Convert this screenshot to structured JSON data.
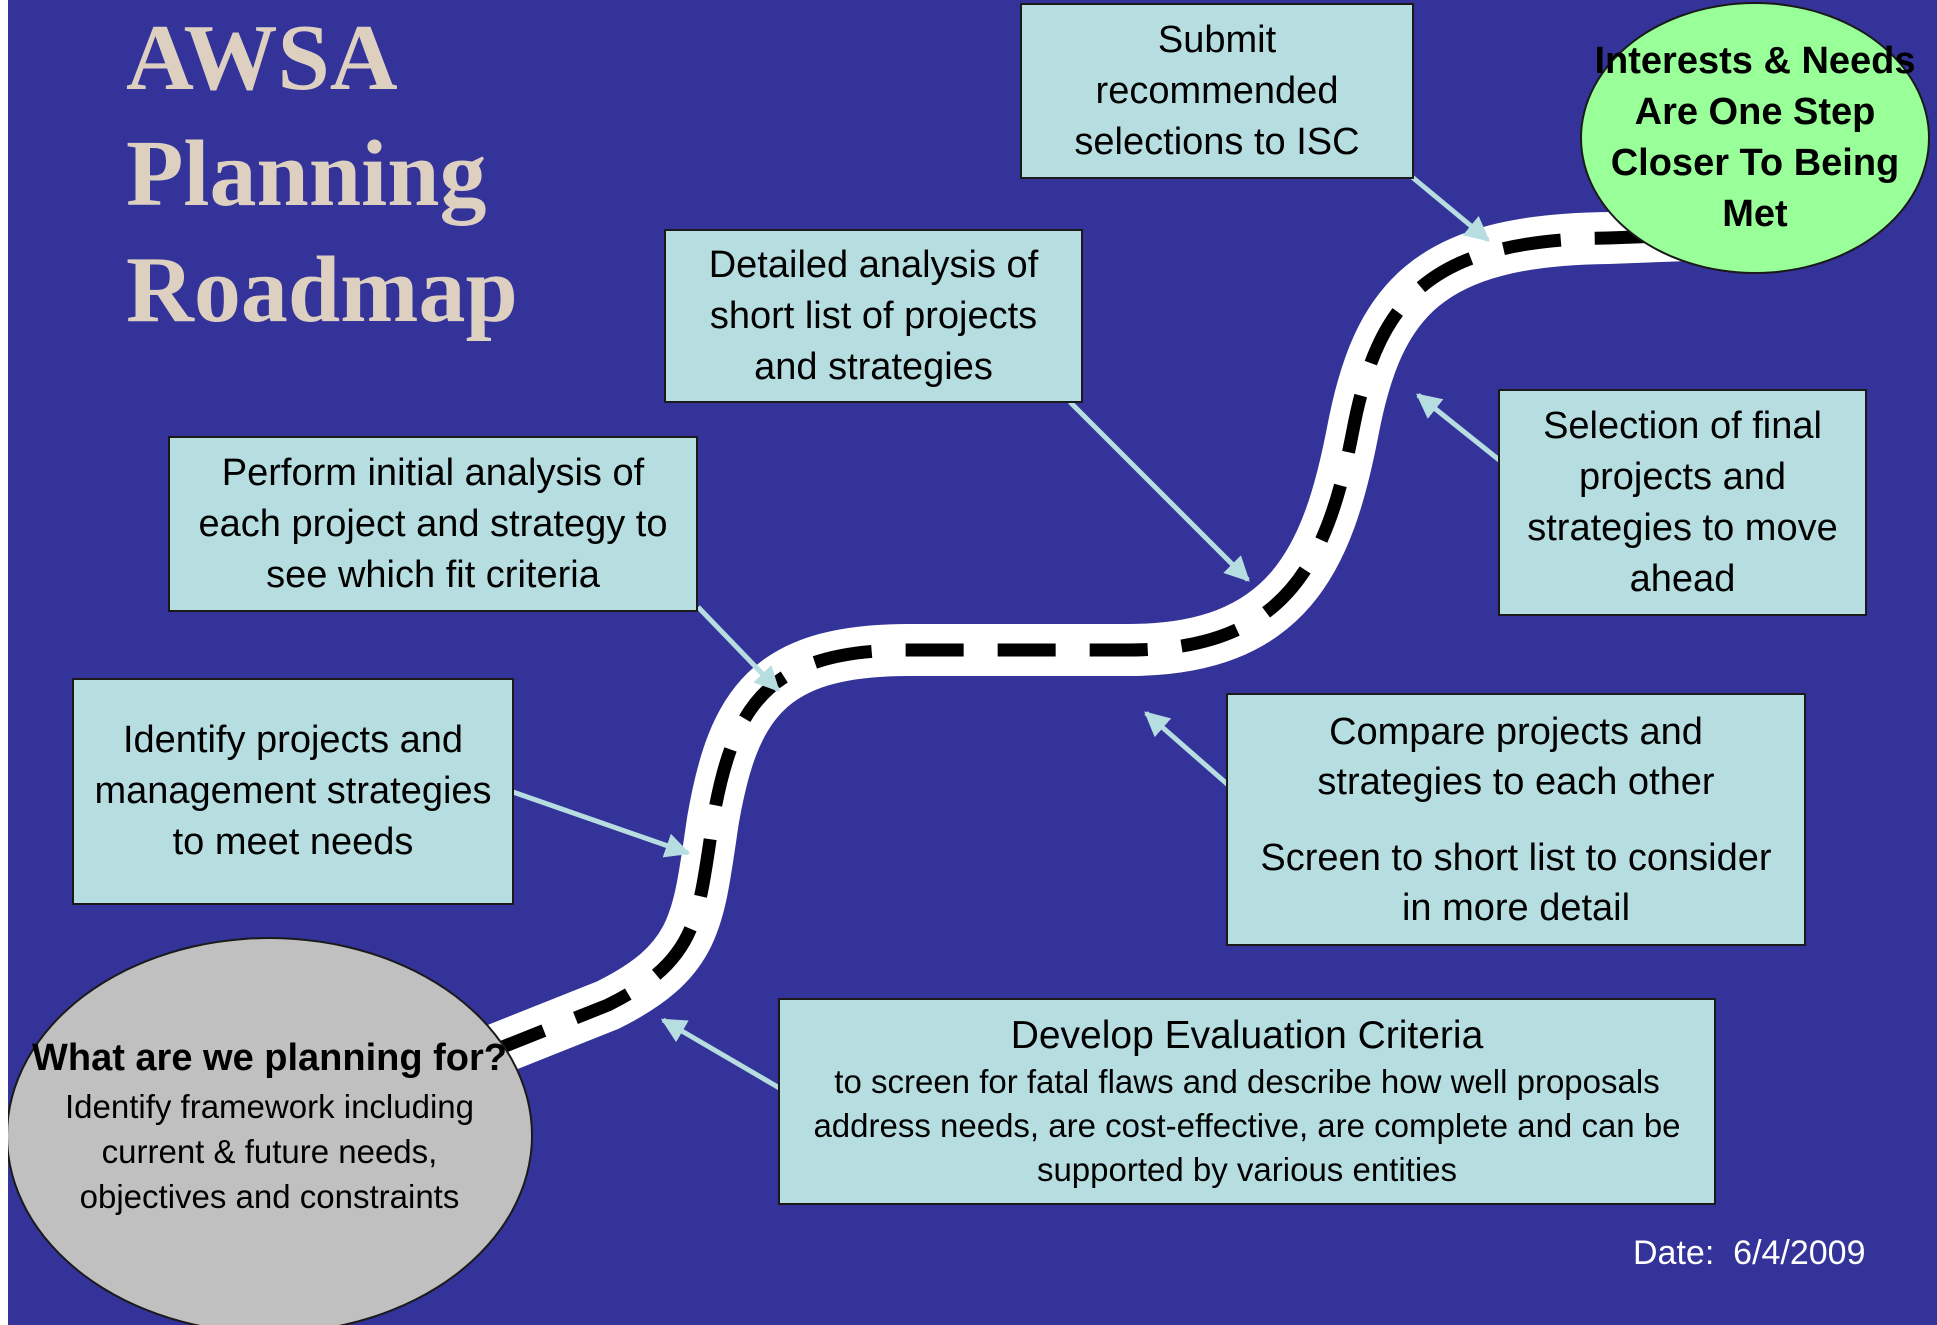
{
  "title": "AWSA\nPlanning\nRoadmap",
  "colors": {
    "background": "#333399",
    "box_fill": "#b6dde0",
    "goal_fill": "#99ff99",
    "start_fill": "#c0c0c0",
    "title_color": "#ddd0c0",
    "arrow_color": "#b6dde0",
    "road": "#ffffff",
    "road_dashes": "#000000"
  },
  "start": {
    "question": "What are we planning for?",
    "description": "Identify framework including current & future needs, objectives and constraints"
  },
  "steps": {
    "identify": "Identify projects and management strategies to meet needs",
    "initial_analysis": "Perform initial analysis of each project and strategy to see which fit criteria",
    "detailed_analysis": "Detailed analysis of short list of projects and strategies",
    "submit": "Submit recommended selections to ISC",
    "selection": "Selection of final projects and strategies to move ahead",
    "compare": "Compare projects and strategies to each other",
    "screen": "Screen to short list to consider in more detail",
    "criteria_title": "Develop Evaluation Criteria",
    "criteria_description": "to screen for fatal flaws and describe how well proposals address needs, are cost-effective, are complete and can be supported by various entities"
  },
  "goal": "Interests & Needs Are One Step Closer To Being Met",
  "date": "Date:  6/4/2009"
}
